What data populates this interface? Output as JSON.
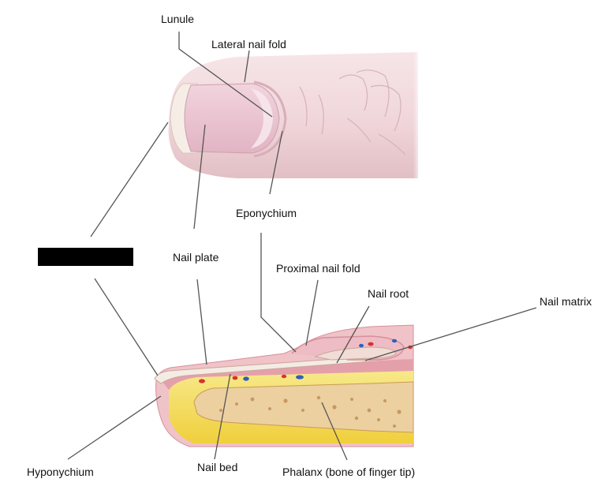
{
  "labels": {
    "lunule": "Lunule",
    "lateral_nail_fold": "Lateral nail fold",
    "eponychium": "Eponychium",
    "nail_plate": "Nail plate",
    "proximal_nail_fold": "Proximal nail fold",
    "nail_root": "Nail root",
    "nail_matrix": "Nail matrix",
    "hyponychium": "Hyponychium",
    "nail_bed": "Nail bed",
    "phalanx": "Phalanx (bone of finger tip)"
  },
  "colors": {
    "skin": "#f3dde0",
    "skin_shadow": "#e3c3c8",
    "nail": "#ecc6d2",
    "nail_tip": "#f4ece4",
    "tissue_pink": "#e8a7b0",
    "bone_yellow": "#f2da5e",
    "bone_marrow": "#e6c8a0",
    "vessel_red": "#d8322d",
    "vessel_blue": "#2f5fb8",
    "leader": "#555555",
    "redaction": "#000000"
  }
}
